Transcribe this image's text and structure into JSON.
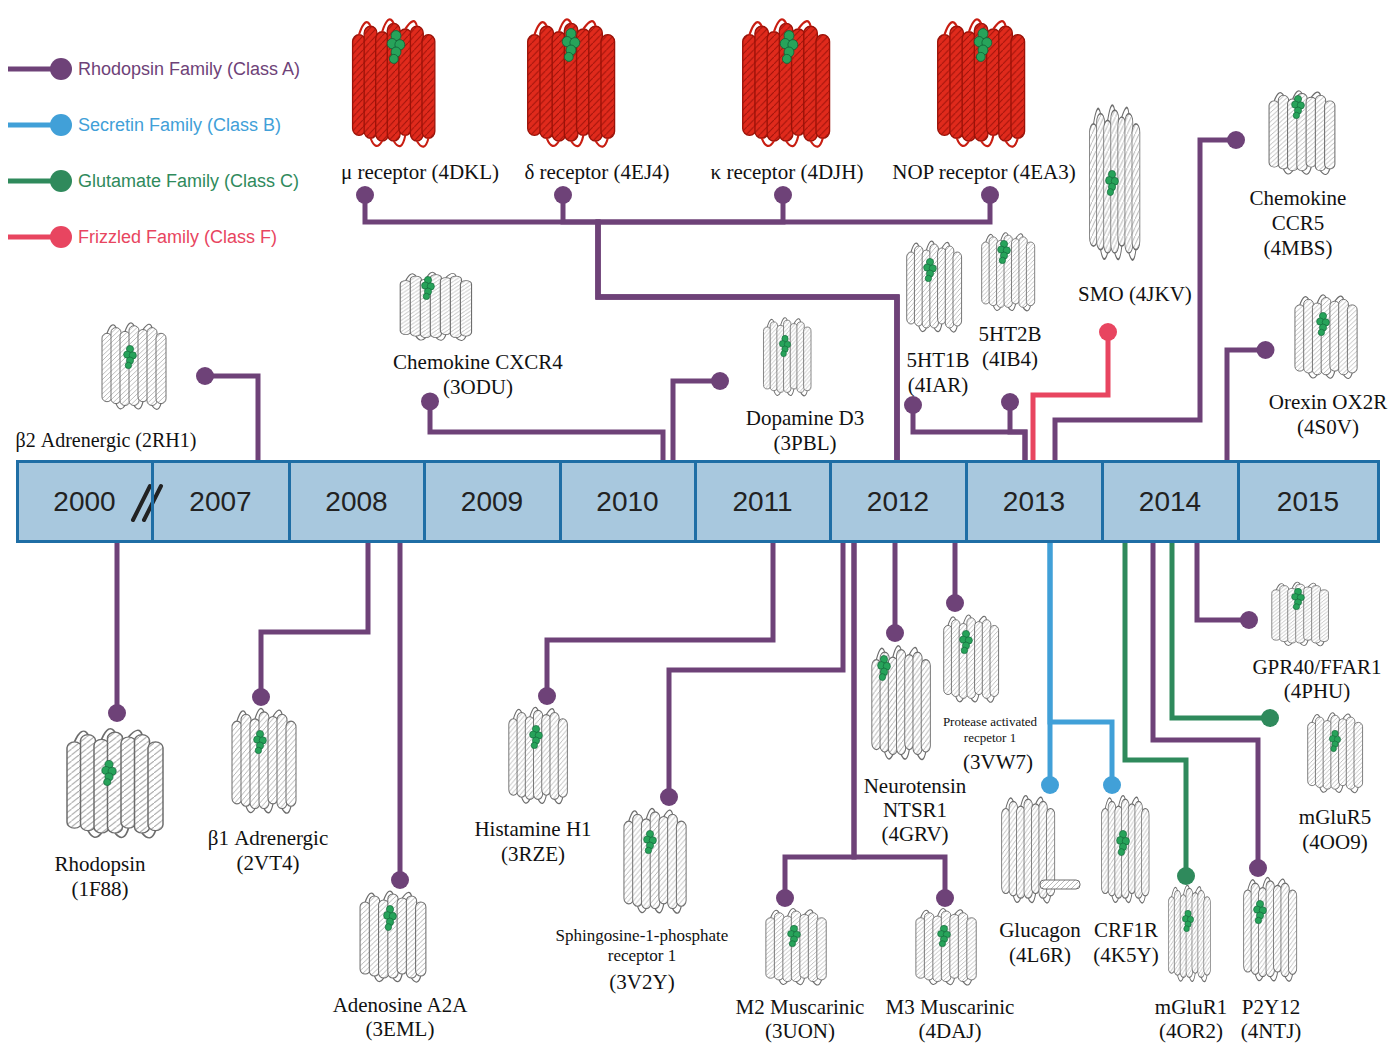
{
  "diagram": {
    "nodes": [
      {
        "text": [
          "2000"
        ]
      },
      {
        "text": [
          "2007"
        ]
      },
      {
        "text": [
          "2008"
        ]
      },
      {
        "text": [
          "2009"
        ]
      },
      {
        "text": [
          "2010"
        ]
      },
      {
        "text": [
          "2011"
        ]
      },
      {
        "text": [
          "2012"
        ]
      },
      {
        "text": [
          "2013"
        ]
      },
      {
        "text": [
          "2014"
        ]
      },
      {
        "text": [
          "2015"
        ]
      },
      {
        "text": [
          "β2 Adrenergic (2RH1)"
        ]
      },
      {
        "text": [
          "μ receptor (4DKL)"
        ]
      },
      {
        "text": [
          "Chemokine CXCR4 (3ODU)"
        ]
      },
      {
        "text": [
          "δ receptor (4EJ4)"
        ]
      },
      {
        "text": [
          "Dopamine D3 (3PBL)"
        ]
      },
      {
        "text": [
          "κ receptor (4DJH)"
        ]
      },
      {
        "text": [
          "5HT1B (4IAR)"
        ]
      },
      {
        "text": [
          "5HT2B (4IB4)"
        ]
      },
      {
        "text": [
          "NOP receptor (4EA3)"
        ]
      },
      {
        "text": [
          "SMO (4JKV)"
        ]
      },
      {
        "text": [
          "Chemokine CCR5 (4MBS)"
        ]
      },
      {
        "text": [
          "Orexin OX2R (4S0V)"
        ]
      },
      {
        "text": [
          "Rhodopsin (1F88)"
        ]
      },
      {
        "text": [
          "β1 Adrenergic (2VT4)"
        ]
      },
      {
        "text": [
          "Adenosine A2A (3EML)"
        ]
      },
      {
        "text": [
          "Histamine H1 (3RZE)"
        ]
      },
      {
        "text": [
          "Sphingosine-1-phosphate receptor 1",
          "(3V2Y)"
        ]
      },
      {
        "text": [
          "M2 Muscarinic (3UON)"
        ]
      },
      {
        "text": [
          "Neurotensin NTSR1 (4GRV)"
        ]
      },
      {
        "text": [
          "M3 Muscarinic (4DAJ)"
        ]
      },
      {
        "text": [
          "Protease activated recpetor 1",
          "(3VW7)"
        ]
      },
      {
        "text": [
          "Glucagon (4L6R)"
        ]
      },
      {
        "text": [
          "CRF1R (4K5Y)"
        ]
      },
      {
        "text": [
          "mGluR1 (4OR2)"
        ]
      },
      {
        "text": [
          "P2Y12 (4NTJ)"
        ]
      },
      {
        "text": [
          "GPR40/FFAR1 (4PHU)"
        ]
      },
      {
        "text": [
          "mGluR5 (4OO9)"
        ]
      }
    ],
    "edges": [
      {
        "from": 1,
        "to": 10,
        "arrow": "none"
      },
      {
        "from": 6,
        "to": 11,
        "arrow": "none"
      },
      {
        "from": 4,
        "to": 12,
        "arrow": "none"
      },
      {
        "from": 6,
        "to": 13,
        "arrow": "none"
      },
      {
        "from": 4,
        "to": 14,
        "arrow": "none"
      },
      {
        "from": 6,
        "to": 15,
        "arrow": "none"
      },
      {
        "from": 7,
        "to": 16,
        "arrow": "none"
      },
      {
        "from": 7,
        "to": 17,
        "arrow": "none"
      },
      {
        "from": 6,
        "to": 18,
        "arrow": "none"
      },
      {
        "from": 7,
        "to": 19,
        "arrow": "none"
      },
      {
        "from": 7,
        "to": 20,
        "arrow": "none"
      },
      {
        "from": 8,
        "to": 21,
        "arrow": "none"
      },
      {
        "from": 0,
        "to": 22,
        "arrow": "none"
      },
      {
        "from": 2,
        "to": 23,
        "arrow": "none"
      },
      {
        "from": 2,
        "to": 24,
        "arrow": "none"
      },
      {
        "from": 5,
        "to": 25,
        "arrow": "none"
      },
      {
        "from": 6,
        "to": 26,
        "arrow": "none"
      },
      {
        "from": 6,
        "to": 27,
        "arrow": "none"
      },
      {
        "from": 6,
        "to": 28,
        "arrow": "none"
      },
      {
        "from": 6,
        "to": 29,
        "arrow": "none"
      },
      {
        "from": 6,
        "to": 30,
        "arrow": "none"
      },
      {
        "from": 7,
        "to": 31,
        "arrow": "none"
      },
      {
        "from": 7,
        "to": 32,
        "arrow": "none"
      },
      {
        "from": 8,
        "to": 33,
        "arrow": "none"
      },
      {
        "from": 8,
        "to": 34,
        "arrow": "none"
      },
      {
        "from": 8,
        "to": 35,
        "arrow": "none"
      },
      {
        "from": 8,
        "to": 36,
        "arrow": "none"
      }
    ],
    "legend": [
      {
        "text": "Rhodopsin Family (Class A)",
        "color": "#6e4278"
      },
      {
        "text": "Secretin Family (Class B)",
        "color": "#41a0d8"
      },
      {
        "text": "Glutamate Family (Class C)",
        "color": "#2f8a5c"
      },
      {
        "text": "Frizzled Family (Class F)",
        "color": "#e84560"
      }
    ]
  }
}
